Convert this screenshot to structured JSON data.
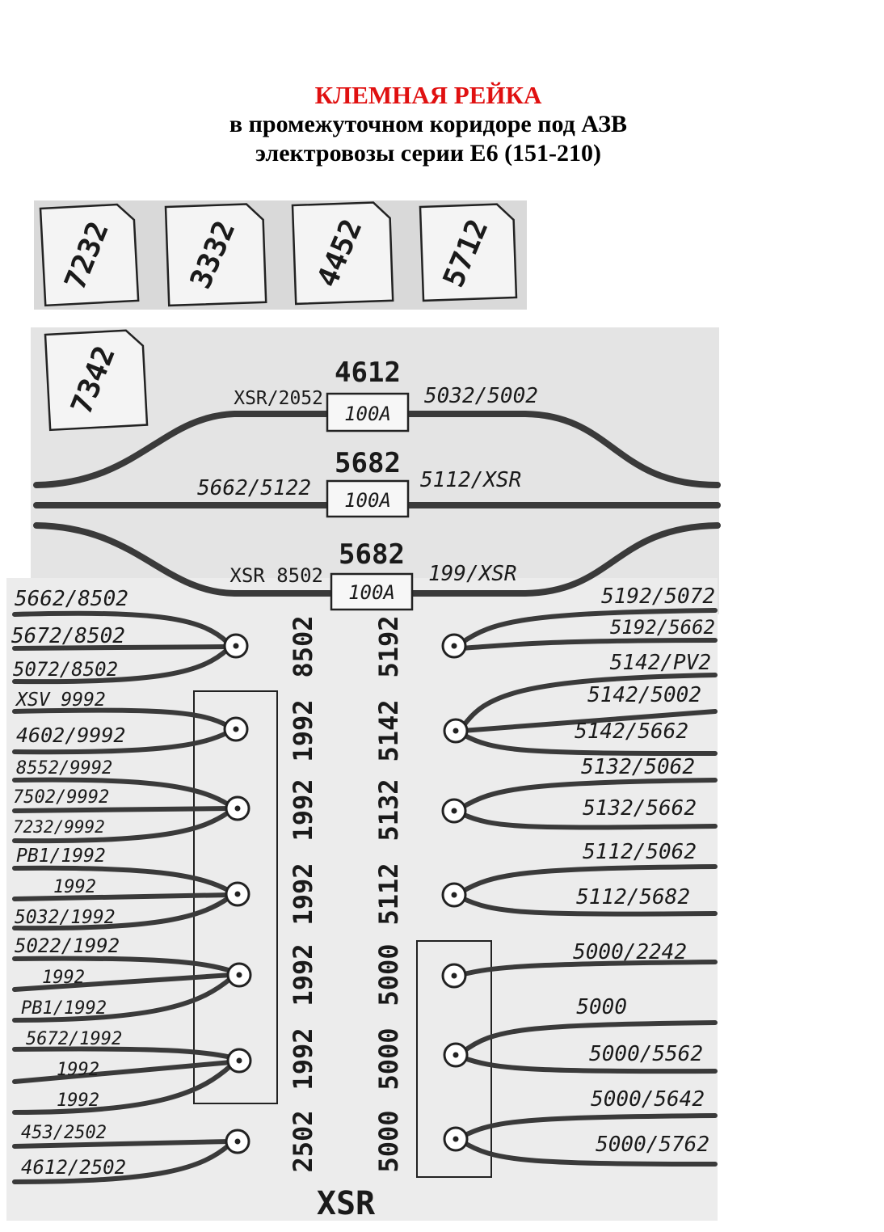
{
  "title": {
    "line1": "КЛЕМНАЯ РЕЙКА",
    "line2": "в промежуточном коридоре под АЗВ",
    "line3": "электровозы серии Е6 (151-210)"
  },
  "colors": {
    "title_red": "#e01010",
    "ink": "#1a1a1a"
  },
  "tags": [
    "7232",
    "3332",
    "4452",
    "5712",
    "7342"
  ],
  "fuses": [
    {
      "number": "4612",
      "rating": "100A",
      "left": "XSR/2052",
      "right": "5032/5002"
    },
    {
      "number": "5682",
      "rating": "100A",
      "left": "5662/5122",
      "right": "5112/XSR"
    },
    {
      "number": "5682",
      "rating": "100A",
      "left": "XSR 8502",
      "right": "199/XSR"
    }
  ],
  "left_wires": [
    "5662/8502",
    "5672/8502",
    "5072/8502",
    "XSV 9992",
    "4602/9992",
    "8552/9992",
    "7502/9992",
    "7232/9992",
    "PB1/1992",
    "1992",
    "5032/1992",
    "5022/1992",
    "1992",
    "PB1/1992",
    "5672/1992",
    "1992",
    "1992",
    "453/2502",
    "4612/2502"
  ],
  "left_column": [
    "8502",
    "1992",
    "1992",
    "1992",
    "1992",
    "1992",
    "2502"
  ],
  "right_column": [
    "5192",
    "5142",
    "5132",
    "5112",
    "5000",
    "5000",
    "5000"
  ],
  "right_wires": [
    "5192/5072",
    "5192/5662",
    "5142/PV2",
    "5142/5002",
    "5142/5662",
    "5132/5062",
    "5132/5662",
    "5112/5062",
    "5112/5682",
    "5000/2242",
    "5000",
    "5000/5562",
    "5000/5642",
    "5000/5762"
  ],
  "bottom_label": "XSR"
}
